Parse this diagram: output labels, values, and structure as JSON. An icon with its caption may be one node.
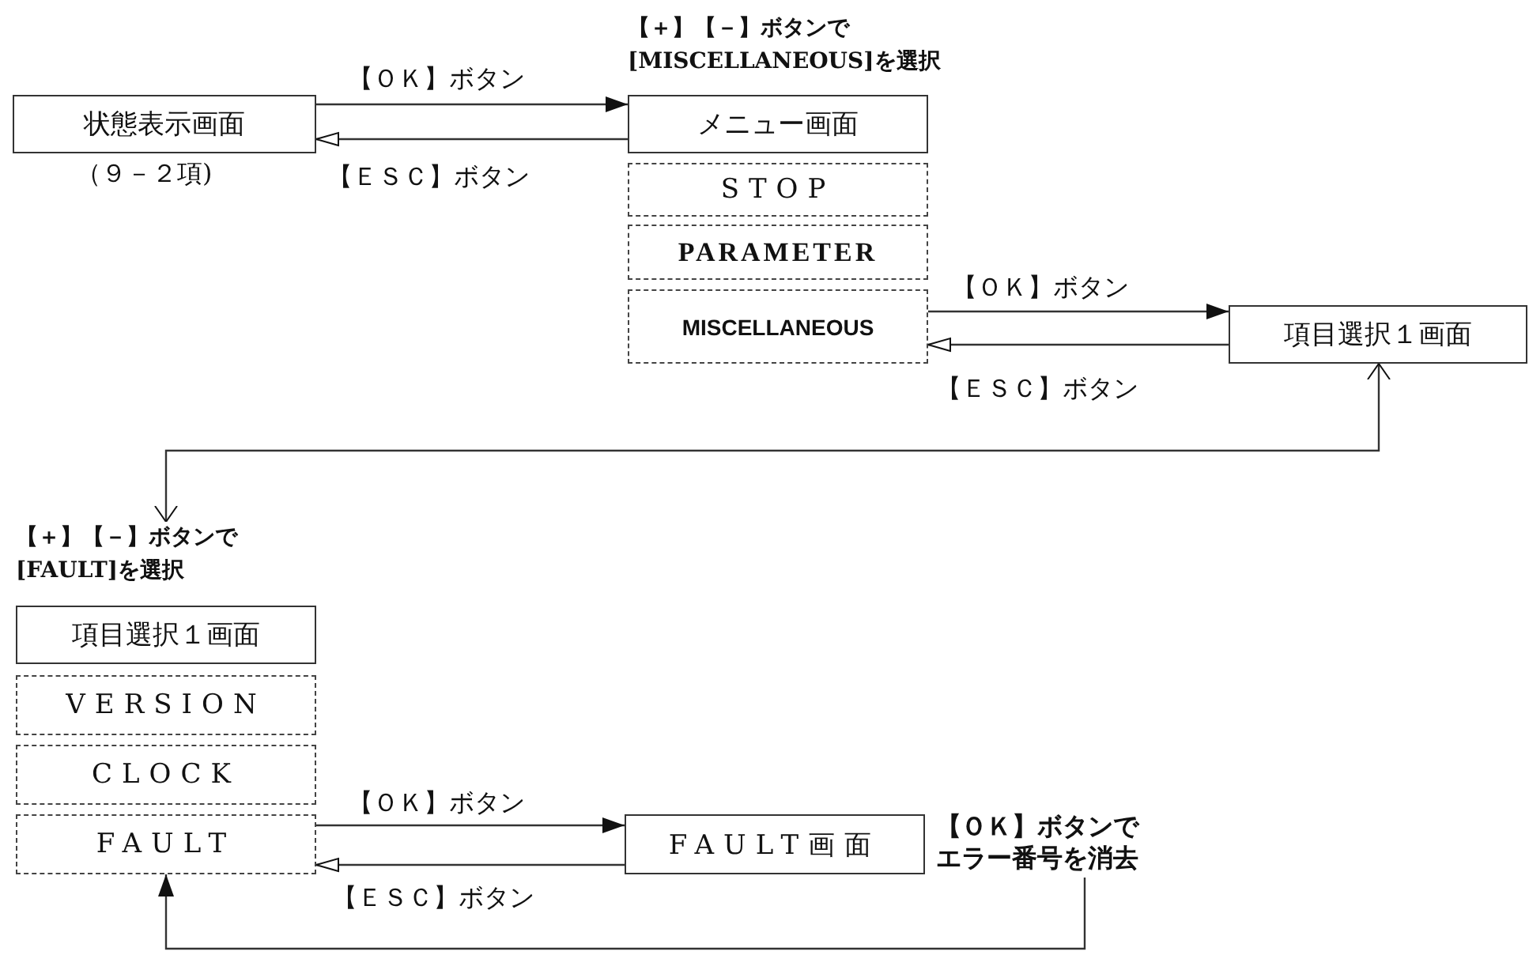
{
  "diagram": {
    "nodes": [
      {
        "text": [
          "状態表示画面"
        ],
        "beside": [
          "（９－２項)"
        ]
      },
      {
        "text": [
          "【＋】【－】ボタンで[MISCELLANEOUS]を選択",
          "メニュー画面"
        ]
      },
      {
        "text": [
          "STOP"
        ]
      },
      {
        "text": [
          "PARAMETER"
        ]
      },
      {
        "text": [
          "MISCELLANEOUS"
        ]
      },
      {
        "text": [
          "項目選択１画面"
        ]
      },
      {
        "text": [
          "【＋】【－】ボタンで[FAULT]を選択",
          "項目選択１画面"
        ]
      },
      {
        "text": [
          "VERSION"
        ]
      },
      {
        "text": [
          "CLOCK"
        ]
      },
      {
        "text": [
          "FAULT"
        ]
      },
      {
        "text": [
          "FAULT画面"
        ],
        "beside": [
          "【ＯＫ】ボタンでエラー番号を消去"
        ]
      }
    ],
    "edges": [
      {
        "from": 0,
        "to": 1,
        "arrow": "to",
        "label": "【ＯＫ】ボタン"
      },
      {
        "from": 1,
        "to": 0,
        "arrow": "to",
        "label": "【ＥＳＣ】ボタン"
      },
      {
        "from": 4,
        "to": 5,
        "arrow": "to",
        "label": "【ＯＫ】ボタン"
      },
      {
        "from": 5,
        "to": 4,
        "arrow": "to",
        "label": "【ＥＳＣ】ボタン"
      },
      {
        "from": 5,
        "to": 6,
        "arrow": "both"
      },
      {
        "from": 9,
        "to": 10,
        "arrow": "to",
        "label": "【ＯＫ】ボタン"
      },
      {
        "from": 10,
        "to": 9,
        "arrow": "to",
        "label": "【ＥＳＣ】ボタン"
      },
      {
        "from": 10,
        "to": 9,
        "arrow": "to"
      }
    ]
  }
}
